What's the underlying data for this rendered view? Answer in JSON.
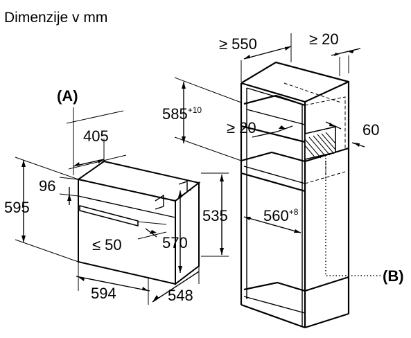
{
  "title": "Dimenzije v mm",
  "labels": {
    "A": "(A)",
    "B": "(B)"
  },
  "oven": {
    "depth_body": "405",
    "panel_height": "96",
    "height": "595",
    "inner_depth": "570",
    "handle_gap": "≤ 50",
    "depth_total": "535",
    "width": "594",
    "depth_overall": "548"
  },
  "cabinet": {
    "top_depth": "≥ 550",
    "top_gap": "≥ 20",
    "niche_height": "585",
    "niche_height_tolerance": "+10",
    "side_gap": "≥ 20",
    "vent_height": "60",
    "inner_width": "560",
    "inner_width_tolerance": "+8"
  }
}
